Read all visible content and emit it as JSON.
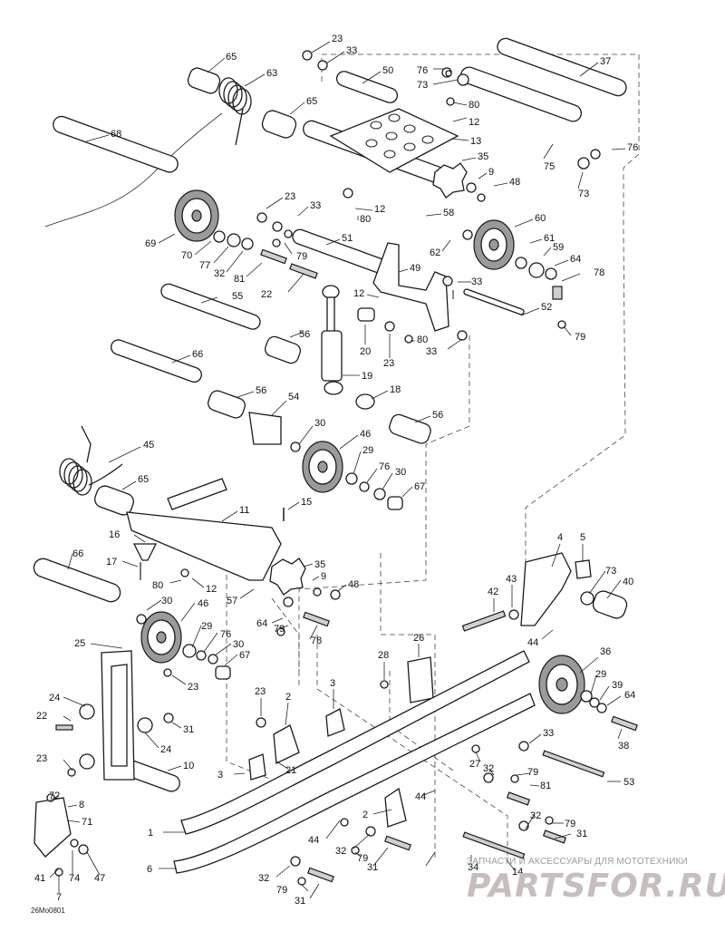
{
  "figure": {
    "drawing_code": "26Mo0801",
    "watermark": {
      "tagline": "ЗАПЧАСТИ И АКСЕССУАРЫ ДЛЯ МОТОТЕХНИКИ",
      "logo_text": "PARTSFOR.RU"
    }
  },
  "callouts": [
    {
      "n": "23"
    },
    {
      "n": "33"
    },
    {
      "n": "65"
    },
    {
      "n": "63"
    },
    {
      "n": "50"
    },
    {
      "n": "76"
    },
    {
      "n": "73"
    },
    {
      "n": "37"
    },
    {
      "n": "80"
    },
    {
      "n": "12"
    },
    {
      "n": "13"
    },
    {
      "n": "65"
    },
    {
      "n": "68"
    },
    {
      "n": "35"
    },
    {
      "n": "9"
    },
    {
      "n": "48"
    },
    {
      "n": "75"
    },
    {
      "n": "73"
    },
    {
      "n": "76"
    },
    {
      "n": "23"
    },
    {
      "n": "33"
    },
    {
      "n": "12"
    },
    {
      "n": "80"
    },
    {
      "n": "58"
    },
    {
      "n": "60"
    },
    {
      "n": "69"
    },
    {
      "n": "70"
    },
    {
      "n": "77"
    },
    {
      "n": "32"
    },
    {
      "n": "79"
    },
    {
      "n": "81"
    },
    {
      "n": "22"
    },
    {
      "n": "51"
    },
    {
      "n": "62"
    },
    {
      "n": "49"
    },
    {
      "n": "61"
    },
    {
      "n": "59"
    },
    {
      "n": "64"
    },
    {
      "n": "78"
    },
    {
      "n": "33"
    },
    {
      "n": "52"
    },
    {
      "n": "55"
    },
    {
      "n": "12"
    },
    {
      "n": "79"
    },
    {
      "n": "56"
    },
    {
      "n": "20"
    },
    {
      "n": "23"
    },
    {
      "n": "80"
    },
    {
      "n": "33"
    },
    {
      "n": "66"
    },
    {
      "n": "19"
    },
    {
      "n": "56"
    },
    {
      "n": "18"
    },
    {
      "n": "54"
    },
    {
      "n": "56"
    },
    {
      "n": "30"
    },
    {
      "n": "46"
    },
    {
      "n": "45"
    },
    {
      "n": "29"
    },
    {
      "n": "76"
    },
    {
      "n": "30"
    },
    {
      "n": "67"
    },
    {
      "n": "65"
    },
    {
      "n": "11"
    },
    {
      "n": "15"
    },
    {
      "n": "16"
    },
    {
      "n": "17"
    },
    {
      "n": "35"
    },
    {
      "n": "80"
    },
    {
      "n": "12"
    },
    {
      "n": "9"
    },
    {
      "n": "48"
    },
    {
      "n": "66"
    },
    {
      "n": "57"
    },
    {
      "n": "30"
    },
    {
      "n": "46"
    },
    {
      "n": "64"
    },
    {
      "n": "79"
    },
    {
      "n": "78"
    },
    {
      "n": "29"
    },
    {
      "n": "76"
    },
    {
      "n": "30"
    },
    {
      "n": "67"
    },
    {
      "n": "4"
    },
    {
      "n": "5"
    },
    {
      "n": "43"
    },
    {
      "n": "73"
    },
    {
      "n": "42"
    },
    {
      "n": "40"
    },
    {
      "n": "44"
    },
    {
      "n": "25"
    },
    {
      "n": "23"
    },
    {
      "n": "28"
    },
    {
      "n": "26"
    },
    {
      "n": "36"
    },
    {
      "n": "24"
    },
    {
      "n": "22"
    },
    {
      "n": "31"
    },
    {
      "n": "24"
    },
    {
      "n": "23"
    },
    {
      "n": "2"
    },
    {
      "n": "3"
    },
    {
      "n": "29"
    },
    {
      "n": "39"
    },
    {
      "n": "64"
    },
    {
      "n": "38"
    },
    {
      "n": "33"
    },
    {
      "n": "32"
    },
    {
      "n": "23"
    },
    {
      "n": "10"
    },
    {
      "n": "3"
    },
    {
      "n": "21"
    },
    {
      "n": "27"
    },
    {
      "n": "79"
    },
    {
      "n": "81"
    },
    {
      "n": "53"
    },
    {
      "n": "72"
    },
    {
      "n": "8"
    },
    {
      "n": "71"
    },
    {
      "n": "44"
    },
    {
      "n": "1"
    },
    {
      "n": "2"
    },
    {
      "n": "32"
    },
    {
      "n": "79"
    },
    {
      "n": "31"
    },
    {
      "n": "44"
    },
    {
      "n": "32"
    },
    {
      "n": "79"
    },
    {
      "n": "31"
    },
    {
      "n": "6"
    },
    {
      "n": "41"
    },
    {
      "n": "74"
    },
    {
      "n": "47"
    },
    {
      "n": "7"
    },
    {
      "n": "34"
    },
    {
      "n": "14"
    },
    {
      "n": "32"
    },
    {
      "n": "79"
    },
    {
      "n": "31"
    }
  ]
}
